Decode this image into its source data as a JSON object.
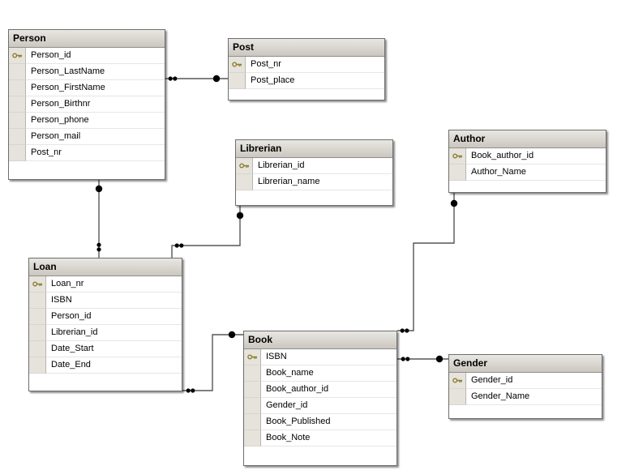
{
  "diagram": {
    "tables": [
      {
        "title": "Person",
        "fields": [
          {
            "name": "Person_id",
            "key": true
          },
          {
            "name": "Person_LastName",
            "key": false
          },
          {
            "name": "Person_FirstName",
            "key": false
          },
          {
            "name": "Person_Birthnr",
            "key": false
          },
          {
            "name": "Person_phone",
            "key": false
          },
          {
            "name": "Person_mail",
            "key": false
          },
          {
            "name": "Post_nr",
            "key": false
          }
        ]
      },
      {
        "title": "Post",
        "fields": [
          {
            "name": "Post_nr",
            "key": true
          },
          {
            "name": "Post_place",
            "key": false
          }
        ]
      },
      {
        "title": "Librerian",
        "fields": [
          {
            "name": "Librerian_id",
            "key": true
          },
          {
            "name": "Librerian_name",
            "key": false
          }
        ]
      },
      {
        "title": "Author",
        "fields": [
          {
            "name": "Book_author_id",
            "key": true
          },
          {
            "name": "Author_Name",
            "key": false
          }
        ]
      },
      {
        "title": "Loan",
        "fields": [
          {
            "name": "Loan_nr",
            "key": true
          },
          {
            "name": "ISBN",
            "key": false
          },
          {
            "name": "Person_id",
            "key": false
          },
          {
            "name": "Librerian_id",
            "key": false
          },
          {
            "name": "Date_Start",
            "key": false
          },
          {
            "name": "Date_End",
            "key": false
          }
        ]
      },
      {
        "title": "Book",
        "fields": [
          {
            "name": "ISBN",
            "key": true
          },
          {
            "name": "Book_name",
            "key": false
          },
          {
            "name": "Book_author_id",
            "key": false
          },
          {
            "name": "Gender_id",
            "key": false
          },
          {
            "name": "Book_Published",
            "key": false
          },
          {
            "name": "Book_Note",
            "key": false
          }
        ]
      },
      {
        "title": "Gender",
        "fields": [
          {
            "name": "Gender_id",
            "key": true
          },
          {
            "name": "Gender_Name",
            "key": false
          }
        ]
      }
    ],
    "relations": [
      {
        "one": "Post",
        "many": "Person"
      },
      {
        "one": "Person",
        "many": "Loan"
      },
      {
        "one": "Librerian",
        "many": "Loan"
      },
      {
        "one": "Book",
        "many": "Loan"
      },
      {
        "one": "Author",
        "many": "Book"
      },
      {
        "one": "Gender",
        "many": "Book"
      }
    ],
    "colors": {
      "canvas_bg": "#ffffff",
      "header_bg": "#d6d2ca",
      "table_border": "#6e6e6e",
      "connector": "#565656",
      "key_marker_fill": "#ffe14d",
      "key_icon_stroke": "#8b7d2f"
    }
  }
}
